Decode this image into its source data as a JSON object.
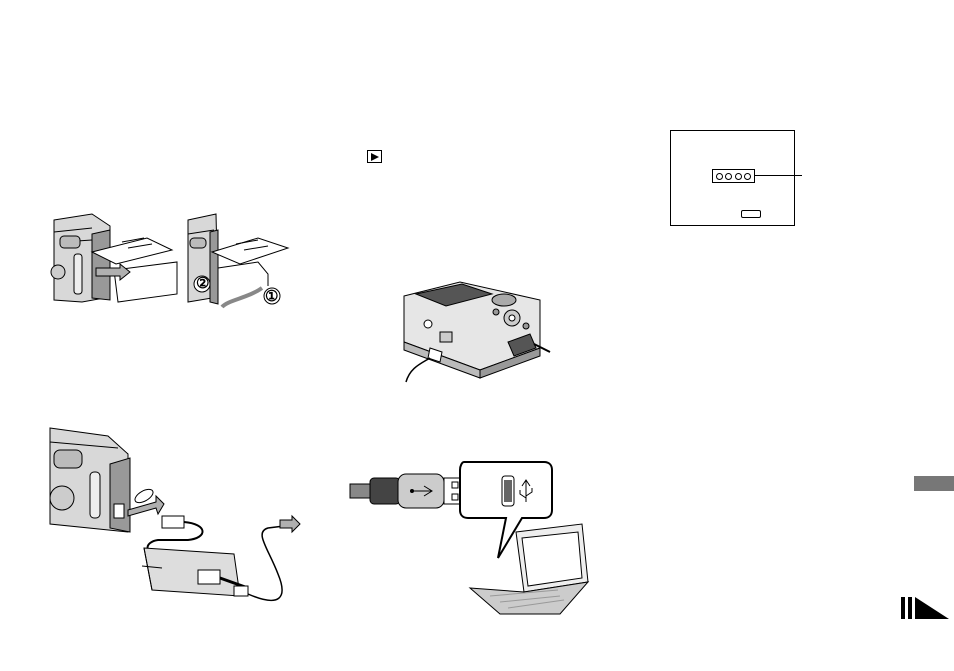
{
  "page": {
    "title": "",
    "sections": []
  },
  "icons": {
    "play": "play-button-icon",
    "usb": "usb-symbol-icon",
    "tab": "section-tab-marker",
    "continue": "continue-arrow-icon"
  },
  "figures": {
    "memory_card_insert": {
      "step_labels": [
        "②",
        "①"
      ]
    },
    "ac_adaptor": {},
    "camera_usb": {},
    "usb_computer": {},
    "error_screen": {
      "code_dots": 4
    }
  },
  "colors": {
    "ink": "#000000",
    "shade": "#b0b0b0",
    "tab": "#777777"
  }
}
